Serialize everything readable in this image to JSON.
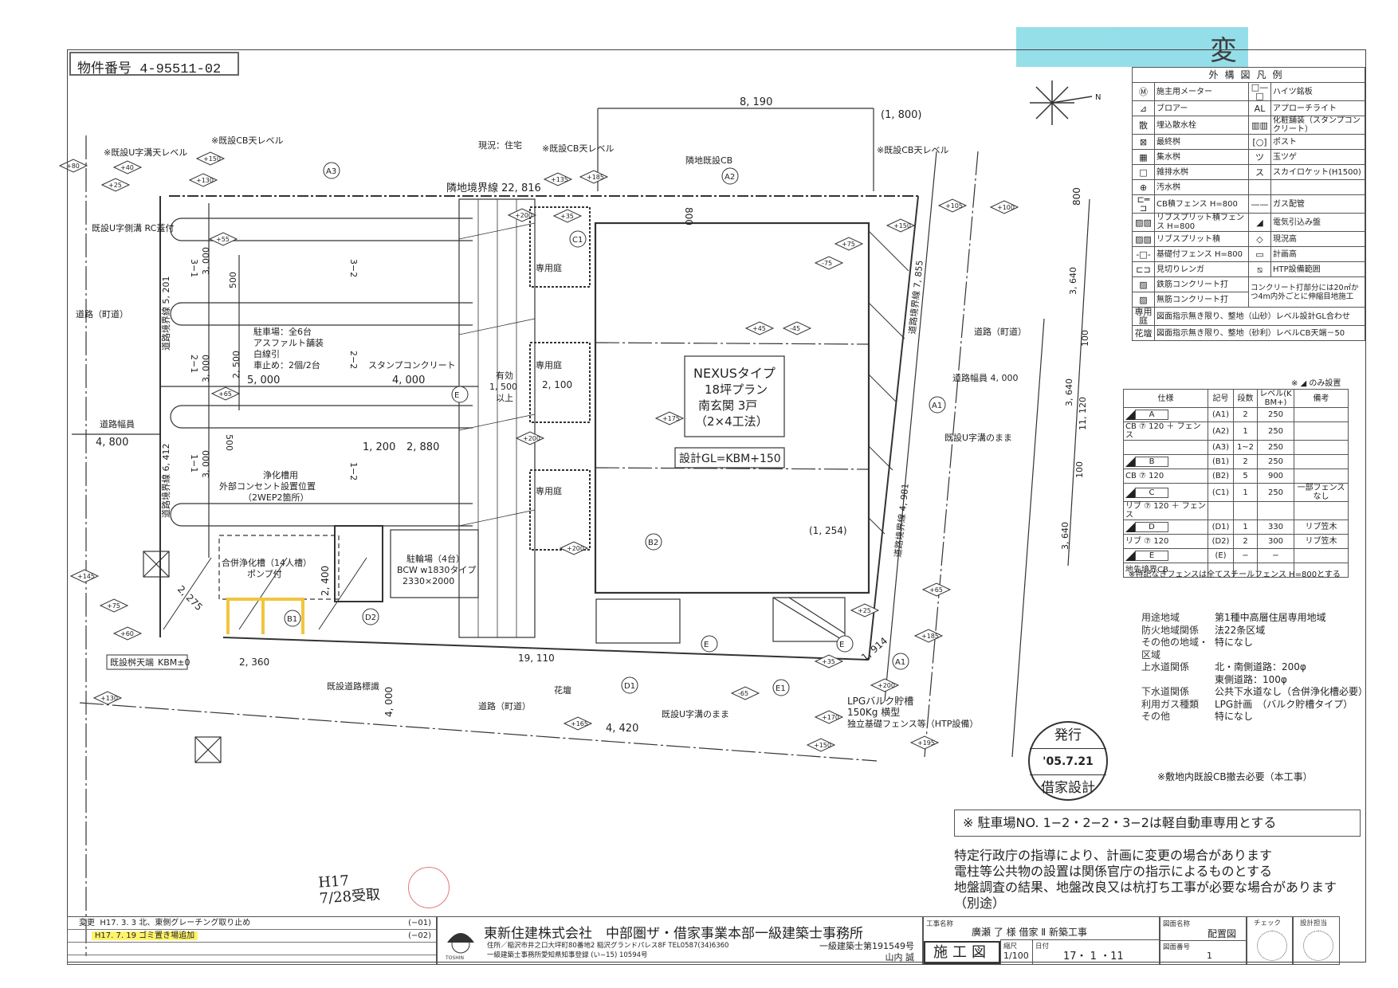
{
  "header": {
    "property_number": "物件番号 4-95511-02",
    "change_tag": "変"
  },
  "drawing": {
    "compass_north": "N",
    "dim_8190": "8, 190",
    "dim_1800": "(1, 800)",
    "dim_800_top": "800",
    "dim_800_right": "800",
    "boundary_north": "隣地境界線 22, 816",
    "existing_house": "現況：住宅",
    "cb_level_1": "※既設CB天レベル",
    "cb_level_2": "※既設CB天レベル",
    "cb_level_3": "※既設CB天レベル",
    "neighbor_cb": "隣地既設CB",
    "u_ditch_level": "※既設U字溝天レベル",
    "u_ditch_rc": "既設U字側溝 RC蓋付",
    "road_west": "道路（町道）",
    "road_west_width_label": "道路幅員",
    "road_west_width": "4, 800",
    "road_east": "道路（町道）",
    "road_east_width": "道路幅員 4, 000",
    "road_south": "道路（町道）",
    "road_south_width": "4, 000",
    "dim_4420": "4, 420",
    "boundary_west_1": "道路境界線 5, 201",
    "boundary_west_2": "道路境界線 6, 412",
    "boundary_east_1": "道路境界線 7, 855",
    "boundary_east_2": "道路境界線 4, 981",
    "dim_3640_a": "3, 640",
    "dim_3640_b": "3, 640",
    "dim_3640_c": "3, 640",
    "dim_11120": "11, 120",
    "dim_100_a": "100",
    "dim_100_b": "100",
    "parking_3_1": "3−1",
    "parking_3_2": "3−2",
    "parking_2_1": "2−1",
    "parking_2_2": "2−2",
    "parking_1_1": "1−1",
    "parking_1_2": "1−2",
    "dim_3000_a": "3, 000",
    "dim_3000_b": "3, 000",
    "dim_3000_c": "3, 000",
    "dim_2500": "2, 500",
    "dim_500_a": "500",
    "dim_500_b": "500",
    "dim_5000": "5, 000",
    "dim_4000": "4, 000",
    "dim_1200": "1, 200",
    "dim_2880": "2, 880",
    "parking_note": [
      "駐車場：全6台",
      "アスファルト舗装",
      "白線引",
      "車止め：2個/2台"
    ],
    "stamp_concrete": "スタンプコンクリート",
    "outlet_note": [
      "浄化槽用",
      "外部コンセント設置位置",
      "（2WEP2箇所）"
    ],
    "septic": [
      "合併浄化槽（14人槽）",
      "ポンプ付"
    ],
    "bicycle": [
      "駐輪場（4台）",
      "BCW w1830タイプ",
      "2330×2000"
    ],
    "private_garden_1": "専用庭",
    "private_garden_2": "専用庭",
    "private_garden_3": "専用庭",
    "effective_width": [
      "有効",
      "1, 500",
      "以上"
    ],
    "dim_2100": "2, 100",
    "building": [
      "NEXUSタイプ",
      "18坪プラン",
      "南玄関 3戸",
      "（2×4工法）"
    ],
    "design_gl": "設計GL=KBM+150",
    "dim_1254": "(1, 254)",
    "dim_1914": "1, 914",
    "dim_2275": "2, 275",
    "dim_2360": "2, 360",
    "dim_2400": "2, 400",
    "dim_1910": "19, 110",
    "kbm": [
      "既設桝天端",
      "KBM±0"
    ],
    "road_sign": "既設道路標識",
    "flower_bed": "花壇",
    "u_ditch_keep": "既設U字溝のまま",
    "u_ditch_keep_2": "既設U字溝のまま",
    "lpg": [
      "LPGバルク貯槽",
      "150Kg 横型",
      "独立基礎フェンス等（HTP設備）"
    ],
    "levels": [
      "+80",
      "+40",
      "+25",
      "+130",
      "+150",
      "+55",
      "+65",
      "+35",
      "+145",
      "+45",
      "+75",
      "+60",
      "+75",
      "+130",
      "+165",
      "+105",
      "+100",
      "+175",
      "-45",
      "-75",
      "+150",
      "+200",
      "+200",
      "+200",
      "+150",
      "+200",
      "+135",
      "+185",
      "+65",
      "-65",
      "+170",
      "+35",
      "+185",
      "+195",
      "+25"
    ],
    "codes": [
      "A3",
      "A2",
      "A1",
      "A1",
      "E",
      "E",
      "E",
      "C1",
      "D1",
      "D2",
      "B1",
      "B2",
      "E1"
    ]
  },
  "legend": {
    "title": "外構図凡例",
    "rows": [
      {
        "l_icon": "meter-icon",
        "l_sym": "Ⓜ",
        "l_label": "施主用メーター",
        "r_icon": "nameplate-icon",
        "r_sym": "□—□",
        "r_label": "ハイツ銘板"
      },
      {
        "l_icon": "blower-icon",
        "l_sym": "⊿",
        "l_label": "ブロアー",
        "r_icon": "approach-light-icon",
        "r_sym": "AL",
        "r_label": "アプローチライト"
      },
      {
        "l_icon": "sprinkler-icon",
        "l_sym": "散",
        "l_label": "埋込散水栓",
        "r_icon": "stamp-concrete-icon",
        "r_sym": "▥▥",
        "r_label": "化粧舗装（スタンプコンクリート）"
      },
      {
        "l_icon": "final-basin-icon",
        "l_sym": "⊠",
        "l_label": "最終桝",
        "r_icon": "post-icon",
        "r_sym": "[○]",
        "r_label": "ポスト"
      },
      {
        "l_icon": "catch-basin-icon",
        "l_sym": "▦",
        "l_label": "集水桝",
        "r_icon": "boxwood-icon",
        "r_sym": "ツ",
        "r_label": "玉ツゲ"
      },
      {
        "l_icon": "drain-basin-icon",
        "l_sym": "□",
        "l_label": "雑排水桝",
        "r_icon": "skyrocket-icon",
        "r_sym": "ス",
        "r_label": "スカイロケット(H1500)"
      },
      {
        "l_icon": "sewage-basin-icon",
        "l_sym": "⊕",
        "l_label": "汚水桝",
        "r_icon": "",
        "r_sym": "",
        "r_label": ""
      },
      {
        "l_icon": "cb-fence-icon",
        "l_sym": "⊏═⊐",
        "l_label": "CB積フェンス H=800",
        "r_icon": "gas-pipe-icon",
        "r_sym": "——",
        "r_label": "ガス配管"
      },
      {
        "l_icon": "rib-fence-icon",
        "l_sym": "▨▨",
        "l_label": "リブスプリット積フェンス H=800",
        "r_icon": "power-panel-icon",
        "r_sym": "◢",
        "r_label": "電気引込み盤"
      },
      {
        "l_icon": "rib-wall-icon",
        "l_sym": "▨▨",
        "l_label": "リブスプリット積",
        "r_icon": "existing-level-icon",
        "r_sym": "◇",
        "r_label": "現況高"
      },
      {
        "l_icon": "base-fence-icon",
        "l_sym": "-□-",
        "l_label": "基礎付フェンス H=800",
        "r_icon": "planned-level-icon",
        "r_sym": "▭",
        "r_label": "計画高"
      },
      {
        "l_icon": "brick-edge-icon",
        "l_sym": "⊏⊐",
        "l_label": "見切りレンガ",
        "r_icon": "htp-area-icon",
        "r_sym": "⧅",
        "r_label": "HTP設備範囲"
      },
      {
        "l_icon": "rc-concrete-icon",
        "l_sym": "▨",
        "l_label": "鉄筋コンクリート打",
        "r_icon": "",
        "r_sym": "",
        "r_label": "コンクリート打部分には20㎡かつ4m内外ごとに伸縮目地施工"
      },
      {
        "l_icon": "plain-concrete-icon",
        "l_sym": "▨",
        "l_label": "無筋コンクリート打",
        "r_icon": "",
        "r_sym": "",
        "r_label": ""
      }
    ],
    "wide_rows": [
      {
        "key": "専用庭",
        "label": "図面指示無き限り、整地（山砂）レベル設計GL合わせ"
      },
      {
        "key": "花壇",
        "label": "図面指示無き限り、整地（砂利）レベルCB天端－50"
      }
    ]
  },
  "fence_table": {
    "note_top": "※ ◢ のみ設置",
    "headers": [
      "仕様",
      "記号",
      "段数",
      "レベル(KBM+)",
      "備考"
    ],
    "rows": [
      {
        "letter": "A",
        "spec": "",
        "code": "A1",
        "steps": "2",
        "level": "250",
        "remarks": ""
      },
      {
        "letter": "",
        "spec": "CB ⑦ 120 ＋ フェンス",
        "code": "A2",
        "steps": "1",
        "level": "250",
        "remarks": ""
      },
      {
        "letter": "",
        "spec": "",
        "code": "A3",
        "steps": "1~2",
        "level": "250",
        "remarks": ""
      },
      {
        "letter": "B",
        "spec": "",
        "code": "B1",
        "steps": "2",
        "level": "250",
        "remarks": ""
      },
      {
        "letter": "",
        "spec": "CB ⑦ 120",
        "code": "B2",
        "steps": "5",
        "level": "900",
        "remarks": ""
      },
      {
        "letter": "C",
        "spec": "",
        "code": "C1",
        "steps": "1",
        "level": "250",
        "remarks": "一部フェンスなし"
      },
      {
        "letter": "",
        "spec": "リブ ⑦ 120 ＋ フェンス",
        "code": "",
        "steps": "",
        "level": "",
        "remarks": ""
      },
      {
        "letter": "D",
        "spec": "",
        "code": "D1",
        "steps": "1",
        "level": "330",
        "remarks": "リブ笠木"
      },
      {
        "letter": "",
        "spec": "リブ ⑦ 120",
        "code": "D2",
        "steps": "2",
        "level": "300",
        "remarks": "リブ笠木"
      },
      {
        "letter": "E",
        "spec": "",
        "code": "E",
        "steps": "−",
        "level": "−",
        "remarks": ""
      },
      {
        "letter": "",
        "spec": "地先境界CB",
        "code": "",
        "steps": "",
        "level": "",
        "remarks": ""
      }
    ],
    "footnote": "※特記なきフェンスは全てスチールフェンス H=800とする"
  },
  "site_info": {
    "rows": [
      {
        "key": "用途地域",
        "value": "第1種中高層住居専用地域"
      },
      {
        "key": "防火地域関係",
        "value": "法22条区域"
      },
      {
        "key": "その他の地域・区域",
        "value": "特になし"
      },
      {
        "key": "上水道関係",
        "value": "北・南側道路：200φ"
      },
      {
        "key": "",
        "value": "東側道路：100φ"
      },
      {
        "key": "下水道関係",
        "value": "公共下水道なし（合併浄化槽必要）"
      },
      {
        "key": "利用ガス種類",
        "value": "LPG計画　（バルク貯槽タイプ）"
      },
      {
        "key": "その他",
        "value": "特になし"
      }
    ],
    "remark": "※敷地内既設CB撤去必要（本工事）"
  },
  "notes": {
    "parking_box": "※ 駐車場NO. 1−2・2−2・3−2は軽自動車専用とする",
    "lines": [
      "特定行政庁の指導により、計画に変更の場合があります",
      "電柱等公共物の設置は関係官庁の指示によるものとする",
      "地盤調査の結果、地盤改良又は杭打ち工事が必要な場合があります（別途）"
    ]
  },
  "stamp": {
    "top": "発行",
    "date": "'05.7.21",
    "bottom": "借家設計"
  },
  "handwritten": {
    "line1": "H17",
    "line2": "7/28受取"
  },
  "title_block": {
    "revisions": [
      {
        "label": "変更",
        "text": "H17. 3. 3 北、東側グレーチング取り止め",
        "num": "(−01)",
        "highlight": false
      },
      {
        "label": "",
        "text": "H17. 7. 19 ゴミ置き場追加",
        "num": "(−02)",
        "highlight": true
      }
    ],
    "company": "東新住建株式会社　中部圏ザ・借家事業本部一級建築士事務所",
    "logo_text": "TOSHIN",
    "address": "住所／稲沢市井之口大坪町80番地2 稲沢グランドパレス8F TEL0587(34)6360",
    "license": "一級建築士事務所愛知県知事登録 (い−15) 10594号",
    "architect_reg": "一級建築士第191549号",
    "architect_name": "山内 誠",
    "project_label": "工事名称",
    "project_name": "廣瀬 了 様 借家 Ⅱ 新築工事",
    "stage": "施工図",
    "scale_label": "縮尺",
    "scale": "1/100",
    "date_label": "日付",
    "date": "17・ 1 ・11",
    "drawing_name_label": "図面名称",
    "drawing_name": "配置図",
    "drawing_no_label": "図面番号",
    "drawing_no": "1",
    "check_label": "チェック",
    "designer_label": "設計担当"
  }
}
